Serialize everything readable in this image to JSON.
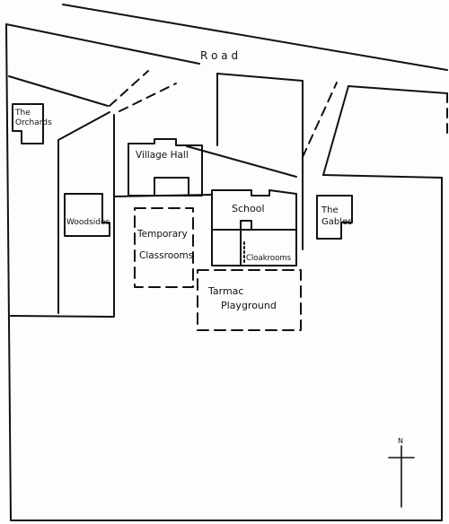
{
  "map": {
    "road_label": "R o a d",
    "north_label": "N",
    "buildings": {
      "the_orchards": [
        "The",
        "Orchards"
      ],
      "village_hall": "Village Hall",
      "woodsides": "Woodsides",
      "temporary_classrooms": [
        "Temporary",
        "Classrooms"
      ],
      "school": "School",
      "cloakrooms": "Cloakrooms",
      "tarmac_playground": [
        "Tarmac",
        "Playground"
      ],
      "the_gables": [
        "The",
        "Gables"
      ]
    }
  }
}
